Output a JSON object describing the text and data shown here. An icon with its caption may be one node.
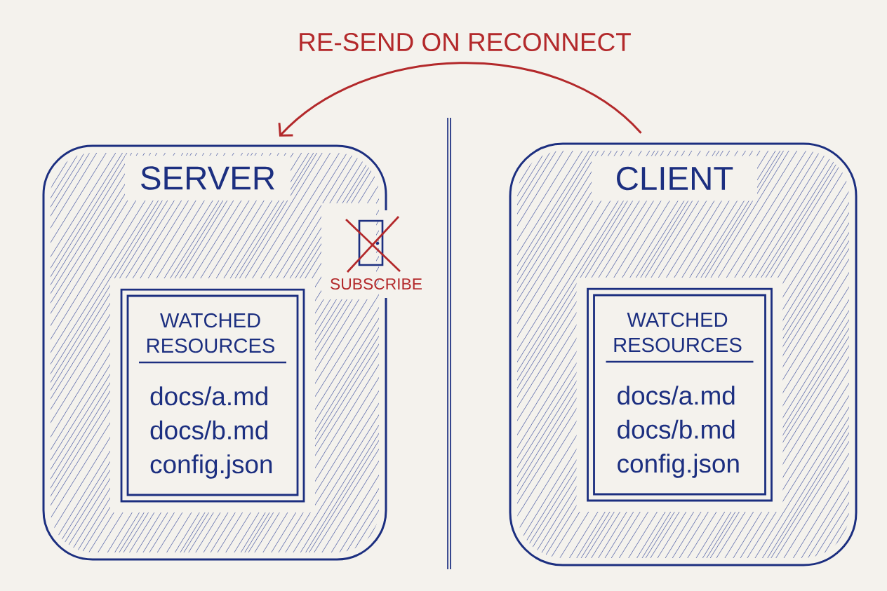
{
  "diagram": {
    "nodes": [
      {
        "text": [
          "SERVER"
        ]
      },
      {
        "text": [
          "WATCHED RESOURCES",
          "docs/a.md",
          "docs/b.md",
          "config.json"
        ],
        "in": 0
      },
      {
        "text": [
          "CLIENT"
        ]
      },
      {
        "text": [
          "WATCHED RESOURCES",
          "docs/a.md",
          "docs/b.md",
          "config.json"
        ],
        "in": 2
      }
    ],
    "edges": [
      {
        "from": 2,
        "to": 0,
        "arrow": "to",
        "label": "RE-SEND ON RECONNECT",
        "color": "#b3292b"
      }
    ],
    "labels": [
      "SUBSCRIBE"
    ]
  }
}
